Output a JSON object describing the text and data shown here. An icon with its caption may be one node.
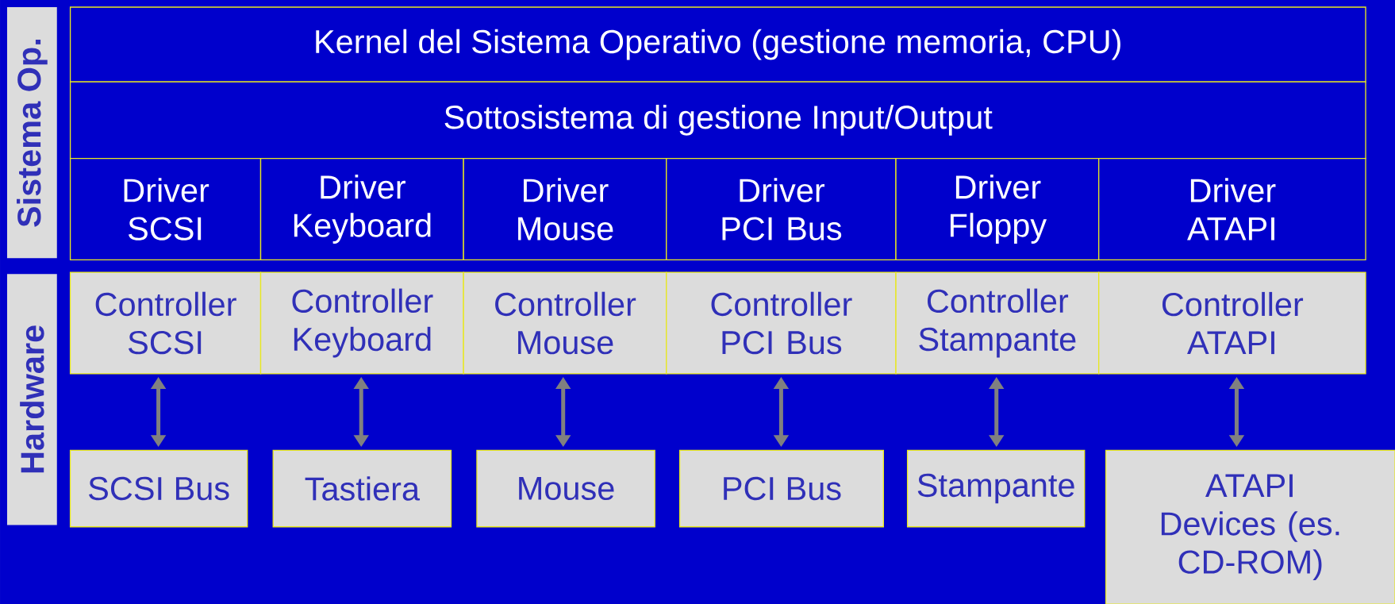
{
  "diagram": {
    "nodes": [
      {
        "text": [
          "Sistema Op."
        ]
      },
      {
        "text": [
          "Hardware"
        ]
      },
      {
        "text": [
          "Kernel del Sistema Operativo (gestione memoria, CPU)"
        ]
      },
      {
        "text": [
          "Sottosistema di gestione Input/Output"
        ]
      },
      {
        "text": [
          "Driver SCSI"
        ]
      },
      {
        "text": [
          "Driver Keyboard"
        ]
      },
      {
        "text": [
          "Driver Mouse"
        ]
      },
      {
        "text": [
          "Driver PCI Bus"
        ]
      },
      {
        "text": [
          "Driver Floppy"
        ]
      },
      {
        "text": [
          "Driver ATAPI"
        ]
      },
      {
        "text": [
          "Controller SCSI"
        ]
      },
      {
        "text": [
          "Controller Keyboard"
        ]
      },
      {
        "text": [
          "Controller Mouse"
        ]
      },
      {
        "text": [
          "Controller PCI Bus"
        ]
      },
      {
        "text": [
          "Controller Stampante"
        ]
      },
      {
        "text": [
          "Controller ATAPI"
        ]
      },
      {
        "text": [
          "SCSI Bus"
        ]
      },
      {
        "text": [
          "Tastiera"
        ]
      },
      {
        "text": [
          "Mouse"
        ]
      },
      {
        "text": [
          "PCI Bus"
        ]
      },
      {
        "text": [
          "Stampante"
        ]
      },
      {
        "text": [
          "ATAPI Devices (es. CD-ROM)"
        ]
      }
    ],
    "edges": [
      {
        "from": 10,
        "to": 16,
        "arrow": "both"
      },
      {
        "from": 11,
        "to": 17,
        "arrow": "both"
      },
      {
        "from": 12,
        "to": 18,
        "arrow": "both"
      },
      {
        "from": 13,
        "to": 19,
        "arrow": "both"
      },
      {
        "from": 14,
        "to": 20,
        "arrow": "both"
      },
      {
        "from": 15,
        "to": 21,
        "arrow": "both"
      }
    ]
  }
}
